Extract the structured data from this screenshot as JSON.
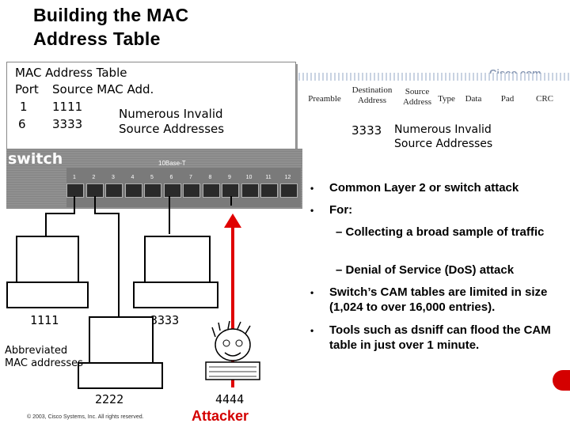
{
  "slide": {
    "title_line1": "Building the MAC",
    "title_line2": "Address Table",
    "cisco_brand": "Cisco.com",
    "copyright": "© 2003, Cisco Systems, Inc. All rights reserved."
  },
  "frame_header": {
    "fields": [
      "Preamble",
      "Destination Address",
      "Source Address",
      "Type",
      "Data",
      "Pad",
      "CRC"
    ],
    "source_value": "3333",
    "note": "Numerous Invalid Source Addresses"
  },
  "mac_table": {
    "title": "MAC Address Table",
    "col_port": "Port",
    "col_source": "Source MAC Add.",
    "rows": [
      {
        "port": "1",
        "mac": "1111"
      },
      {
        "port": "6",
        "mac": "3333"
      }
    ],
    "note": "Numerous Invalid Source Addresses"
  },
  "switch": {
    "label": "switch",
    "ports_label": "10Base-T",
    "ports": [
      "1",
      "2",
      "3",
      "4",
      "5",
      "6",
      "7",
      "8",
      "9",
      "10",
      "11",
      "12"
    ]
  },
  "hosts": {
    "pc1": "1111",
    "pc2": "3333",
    "pc3": "2222",
    "attacker_mac": "4444",
    "attacker_label": "Attacker",
    "abbrev_note": "Abbreviated MAC addresses"
  },
  "bullets": {
    "b1": "Common Layer 2 or switch attack",
    "b2": "For:",
    "s1": "– Collecting a broad sample of traffic",
    "s2": "– Denial of Service (DoS) attack",
    "b3": "Switch’s CAM tables are limited in size (1,024 to over 16,000 entries).",
    "b4": "Tools such as dsniff can flood the CAM table in just over 1 minute."
  },
  "colors": {
    "attacker_red": "#d40000",
    "arrow_red": "#e00000"
  }
}
